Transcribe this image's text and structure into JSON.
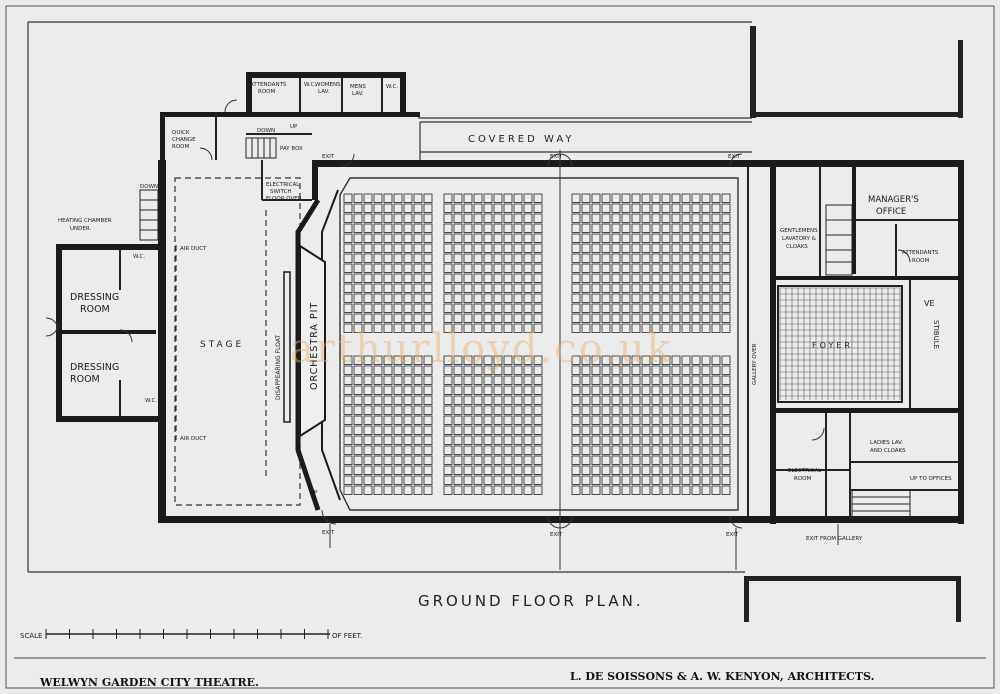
{
  "plan": {
    "title": "GROUND FLOOR PLAN.",
    "theatre": "WELWYN GARDEN CITY THEATRE.",
    "architects": "L. DE SOISSONS & A. W. KENYON, ARCHITECTS.",
    "watermark": "arthurlloyd.co.uk",
    "scale": {
      "prefix": "SCALE",
      "suffix": "OF FEET."
    }
  },
  "rooms": {
    "attendants_room_top": [
      "ATTENDANTS",
      "ROOM"
    ],
    "wc_top": "W.C.",
    "womens_lav": [
      "W.C.",
      "WOMENS",
      "LAV."
    ],
    "mens_lav": [
      "MENS",
      "LAV."
    ],
    "wc_top_right": "W.C.",
    "covered_way": "COVERED WAY",
    "quick_change": [
      "QUICK",
      "CHANGE",
      "ROOM"
    ],
    "down": "DOWN",
    "up": "UP",
    "pay_box": "PAY BOX",
    "exit": "EXIT",
    "electrical_switch": [
      "ELECTRICAL",
      "SWITCH",
      "FLOOR OVER"
    ],
    "heating": [
      "HEATING CHAMBER",
      "UNDER."
    ],
    "dressing_room_1": [
      "DRESSING",
      "ROOM"
    ],
    "dressing_room_2": [
      "DRESSING",
      "ROOM"
    ],
    "wc": "W.C.",
    "air_duct": "AIR DUCT",
    "stage": "STAGE",
    "disappearing_float": "DISAPPEARING FLOAT",
    "orchestra_pit": "ORCHESTRA PIT",
    "gallery_over": "GALLERY OVER",
    "foyer": "FOYER",
    "managers_office": [
      "MANAGER'S",
      "OFFICE"
    ],
    "attendants_room": [
      "ATTENDANTS",
      "ROOM"
    ],
    "gentlemens_lav": [
      "GENTLEMENS",
      "LAVATORY &",
      "CLOAKS"
    ],
    "ladies_lav": [
      "LADIES LAV.",
      "AND CLOAKS"
    ],
    "electrical_room": [
      "ELECTRICAL",
      "ROOM"
    ],
    "up_to_offices": "UP TO OFFICES",
    "exit_from_gallery": "EXIT FROM GALLERY",
    "vestibule": [
      "VE",
      "STIBULE"
    ]
  }
}
